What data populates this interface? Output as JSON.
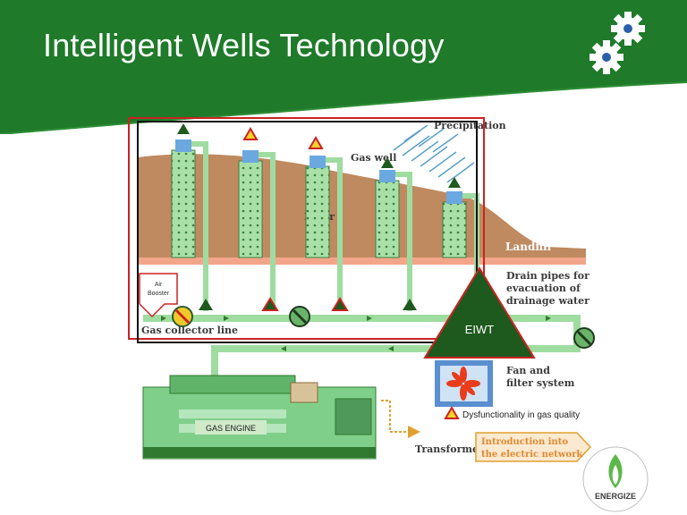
{
  "slide": {
    "title": "Intelligent Wells Technology",
    "colors": {
      "header_green": "#1f7a2a",
      "accent_red": "#cc2222",
      "pipe_green": "#9fdca0"
    }
  },
  "diagram": {
    "labels": {
      "precipitation": "Precipitation",
      "gas_well": "Gas well",
      "filter": "Filter",
      "landfill": "Landfill",
      "drain_pipes": [
        "Drain pipes for",
        "evacuation of",
        "drainage water"
      ],
      "gas_collector_line": "Gas collector line",
      "air_booster": [
        "Air",
        "Booster"
      ],
      "eiwt": "EIWT",
      "fan_filter": [
        "Fan and",
        "filter system"
      ],
      "legend_dysfunction": "Dysfunctionality in gas quality",
      "gas_engine": "GAS  ENGINE",
      "transformer": "Transformer",
      "introduction": [
        "Introduction into",
        "the electric network"
      ]
    },
    "icons": [
      "gear-icon",
      "warning-triangle-icon",
      "valve-icon",
      "fan-icon"
    ]
  },
  "logo": {
    "name": "ENERGIZE"
  }
}
